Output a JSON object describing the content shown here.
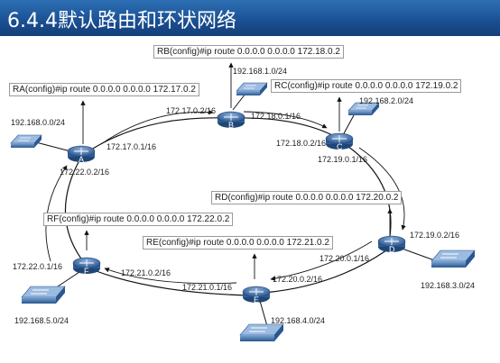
{
  "title": "6.4.4默认路由和环状网络",
  "routers": [
    {
      "id": "A",
      "label": "A"
    },
    {
      "id": "B",
      "label": "B"
    },
    {
      "id": "C",
      "label": "C"
    },
    {
      "id": "D",
      "label": "D"
    },
    {
      "id": "E",
      "label": "E"
    },
    {
      "id": "F",
      "label": "F"
    }
  ],
  "commands": {
    "ra": "RA(config)#ip route 0.0.0.0 0.0.0.0 172.17.0.2",
    "rb": "RB(config)#ip route 0.0.0.0 0.0.0.0 172.18.0.2",
    "rc": "RC(config)#ip route 0.0.0.0 0.0.0.0 172.19.0.2",
    "rd": "RD(config)#ip route 0.0.0.0 0.0.0.0 172.20.0.2",
    "re": "RE(config)#ip route 0.0.0.0 0.0.0.0 172.21.0.2",
    "rf": "RF(config)#ip route 0.0.0.0 0.0.0.0 172.22.0.2"
  },
  "addresses": {
    "a_lan": "192.168.0.0/24",
    "a_b": "172.17.0.1/16",
    "a_f": "172.22.0.2/16",
    "b_a": "172.17.0.2/16",
    "b_c": "172.18.0.1/16",
    "b_lan": "192.168.1.0/24",
    "c_b": "172.18.0.2/16",
    "c_d": "172.19.0.1/16",
    "c_lan": "192.168.2.0/24",
    "d_c": "172.19.0.2/16",
    "d_e": "172.20.0.1/16",
    "d_lan": "192.168.3.0/24",
    "e_d": "172.20.0.2/16",
    "e_f": "172.21.0.1/16",
    "e_lan": "192.168.4.0/24",
    "f_e": "172.21.0.2/16",
    "f_a": "172.22.0.1/16",
    "f_lan": "192.168.5.0/24"
  },
  "colors": {
    "title_bar": "#1a4f92",
    "title_text": "#ffffff",
    "router": "#2e5f99",
    "switch": "#3d6ea8",
    "link": "#111111"
  },
  "icons": {
    "router": "router-icon",
    "switch": "switch-icon"
  }
}
